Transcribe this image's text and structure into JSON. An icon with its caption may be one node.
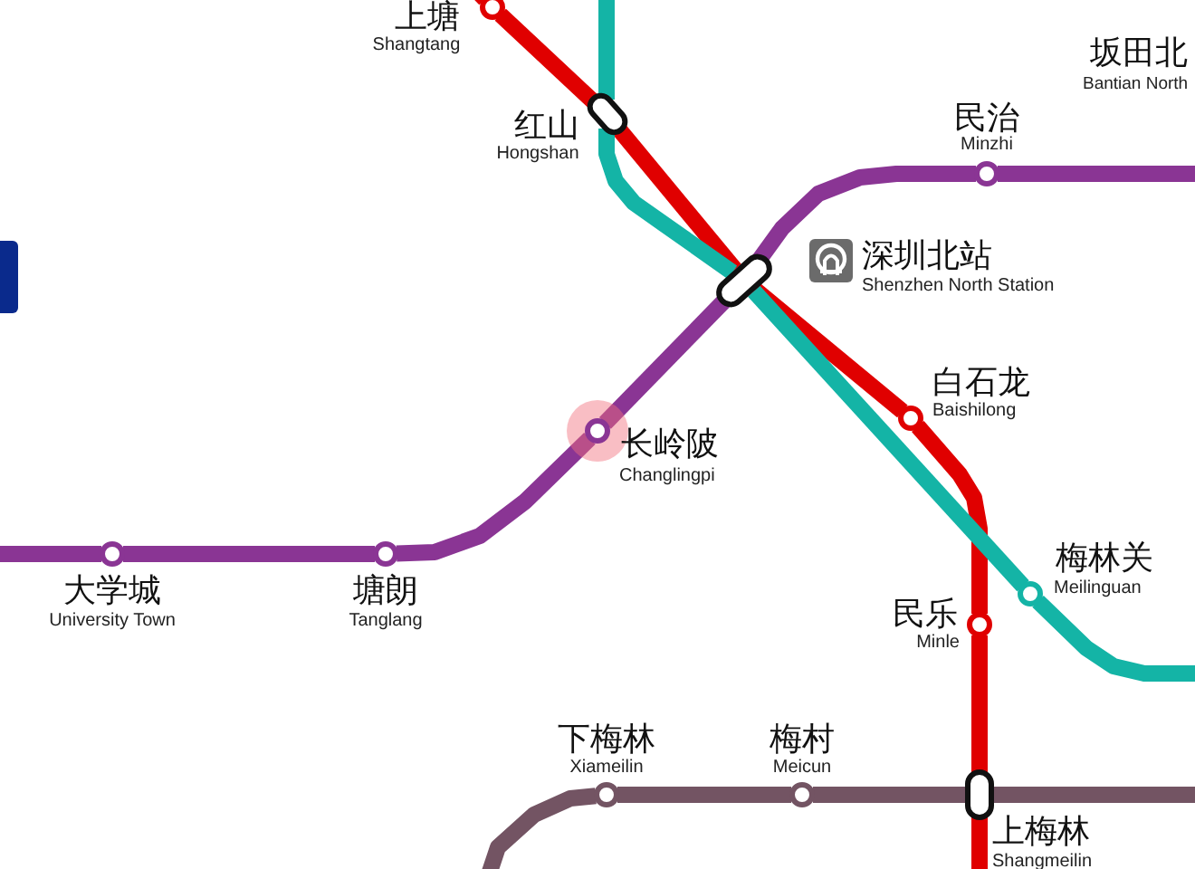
{
  "diagram": {
    "nodes": [
      {
        "text": [
          "上塘",
          "Shangtang"
        ]
      },
      {
        "text": [
          "红山",
          "Hongshan"
        ]
      },
      {
        "text": [
          "深圳北站",
          "Shenzhen North Station"
        ]
      },
      {
        "text": [
          "民治",
          "Minzhi"
        ]
      },
      {
        "text": [
          "长岭陂",
          "Changlingpi"
        ]
      },
      {
        "text": [
          "塘朗",
          "Tanglang"
        ]
      },
      {
        "text": [
          "大学城",
          "University Town"
        ]
      },
      {
        "text": [
          "白石龙",
          "Baishilong"
        ]
      },
      {
        "text": [
          "梅林关",
          "Meilinguan"
        ]
      },
      {
        "text": [
          "民乐",
          "Minle"
        ]
      },
      {
        "text": [
          "下梅林",
          "Xiameilin"
        ]
      },
      {
        "text": [
          "梅村",
          "Meicun"
        ]
      },
      {
        "text": [
          "上梅林",
          "Shangmeilin"
        ]
      }
    ],
    "edges": [
      {
        "from": null,
        "to": 0,
        "arrow": "none"
      },
      {
        "from": 0,
        "to": 1,
        "arrow": "none"
      },
      {
        "from": 1,
        "to": 2,
        "arrow": "none"
      },
      {
        "from": 2,
        "to": 7,
        "arrow": "none"
      },
      {
        "from": 7,
        "to": 9,
        "arrow": "none"
      },
      {
        "from": 9,
        "to": 12,
        "arrow": "none"
      },
      {
        "from": 12,
        "to": null,
        "arrow": "none"
      },
      {
        "from": null,
        "to": 1,
        "arrow": "none",
        "color": "#14b4a6"
      },
      {
        "from": 1,
        "to": 2,
        "arrow": "none",
        "color": "#14b4a6"
      },
      {
        "from": 2,
        "to": 8,
        "arrow": "none",
        "color": "#14b4a6"
      },
      {
        "from": 8,
        "to": null,
        "arrow": "none",
        "color": "#14b4a6"
      },
      {
        "from": null,
        "to": 6,
        "arrow": "none",
        "color": "#8a3594"
      },
      {
        "from": 6,
        "to": 5,
        "arrow": "none",
        "color": "#8a3594"
      },
      {
        "from": 5,
        "to": 4,
        "arrow": "none",
        "color": "#8a3594"
      },
      {
        "from": 4,
        "to": 2,
        "arrow": "none",
        "color": "#8a3594"
      },
      {
        "from": 2,
        "to": 3,
        "arrow": "none",
        "color": "#8a3594"
      },
      {
        "from": 3,
        "to": null,
        "arrow": "none",
        "color": "#8a3594"
      },
      {
        "from": null,
        "to": 10,
        "arrow": "none",
        "color": "#735463"
      },
      {
        "from": 10,
        "to": 11,
        "arrow": "none",
        "color": "#735463"
      },
      {
        "from": 11,
        "to": 12,
        "arrow": "none",
        "color": "#735463"
      },
      {
        "from": 12,
        "to": null,
        "arrow": "none",
        "color": "#735463"
      }
    ],
    "labels": [
      "坂田北",
      "Bantian North"
    ]
  }
}
